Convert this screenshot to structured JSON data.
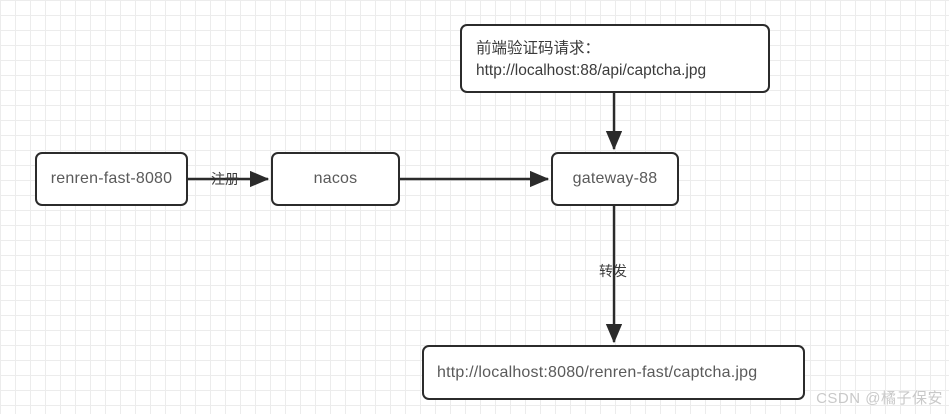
{
  "diagram": {
    "background": "#ffffff",
    "grid_color": "#ececec",
    "stroke_color": "#2b2b2b",
    "node_text_color": "#5a5a5a",
    "nodes": [
      {
        "id": "renren-fast",
        "label": "renren-fast-8080"
      },
      {
        "id": "nacos",
        "label": "nacos"
      },
      {
        "id": "gateway",
        "label": "gateway-88"
      },
      {
        "id": "target-url",
        "label": "http://localhost:8080/renren-fast/captcha.jpg"
      }
    ],
    "callouts": [
      {
        "id": "frontend-request",
        "text": "前端验证码请求：\nhttp://localhost:88/api/captcha.jpg"
      }
    ],
    "edges": [
      {
        "from": "renren-fast",
        "to": "nacos",
        "label": "注册"
      },
      {
        "from": "nacos",
        "to": "gateway",
        "label": ""
      },
      {
        "from": "frontend-request",
        "to": "gateway",
        "label": ""
      },
      {
        "from": "gateway",
        "to": "target-url",
        "label": "转发"
      }
    ],
    "edge_labels": {
      "register": "注册",
      "forward": "转发"
    }
  },
  "watermark": {
    "text": "CSDN @橘子保安",
    "color": "#c9c9c9"
  }
}
